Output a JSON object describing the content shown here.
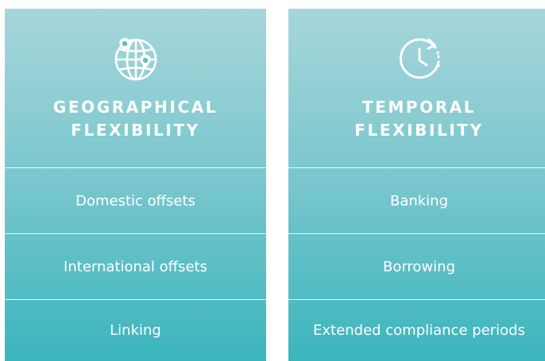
{
  "panels": [
    {
      "icon": "globe-with-map-pins-icon",
      "title_lines": [
        "GEOGRAPHICAL",
        "FLEXIBILITY"
      ],
      "items": [
        "Domestic offsets",
        "International offsets",
        "Linking"
      ]
    },
    {
      "icon": "clock-with-circular-arrow-icon",
      "title_lines": [
        "TEMPORAL",
        "FLEXIBILITY"
      ],
      "items": [
        "Banking",
        "Borrowing",
        "Extended compliance periods"
      ]
    }
  ],
  "colors": {
    "gradient_top": "#a6d6db",
    "gradient_bottom": "#3bb5bd",
    "text": "#ffffff",
    "pin_fill": "#5fbfc4"
  }
}
